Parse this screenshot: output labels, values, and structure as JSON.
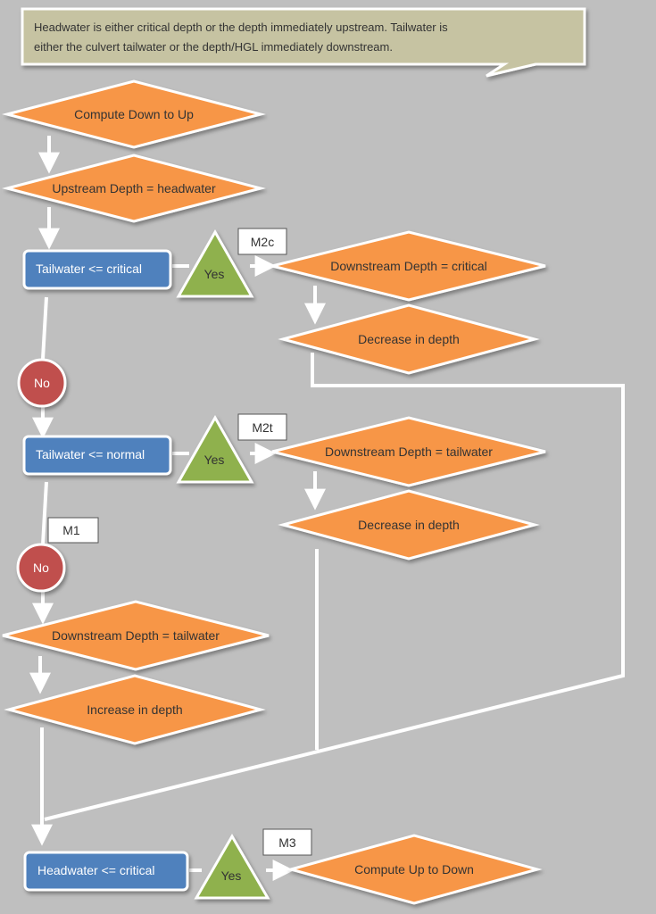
{
  "note": {
    "line1": "Headwater is either critical depth or the depth immediately upstream.  Tailwater is",
    "line2": "either the culvert tailwater or the depth/HGL immediately downstream."
  },
  "nodes": {
    "compute_down_up": "Compute Down to Up",
    "upstream_depth": "Upstream Depth = headwater",
    "tw_critical": "Tailwater <= critical",
    "yes1": "Yes",
    "m2c": "M2c",
    "ds_critical": "Downstream Depth = critical",
    "decrease1": "Decrease in depth",
    "no1": "No",
    "tw_normal": "Tailwater <= normal",
    "yes2": "Yes",
    "m2t": "M2t",
    "ds_tailwater1": "Downstream Depth = tailwater",
    "decrease2": "Decrease in depth",
    "m1": "M1",
    "no2": "No",
    "ds_tailwater2": "Downstream Depth = tailwater",
    "increase": "Increase in depth",
    "hw_critical": "Headwater <= critical",
    "yes3": "Yes",
    "m3": "M3",
    "compute_up_down": "Compute Up to Down"
  },
  "colors": {
    "background": "#bfbfbf",
    "note_fill": "#c6c3a2",
    "diamond_fill": "#f79646",
    "rect_fill": "#4f81bd",
    "triangle_fill": "#8fb14e",
    "circle_fill": "#c0504d",
    "connector": "#ffffff"
  }
}
